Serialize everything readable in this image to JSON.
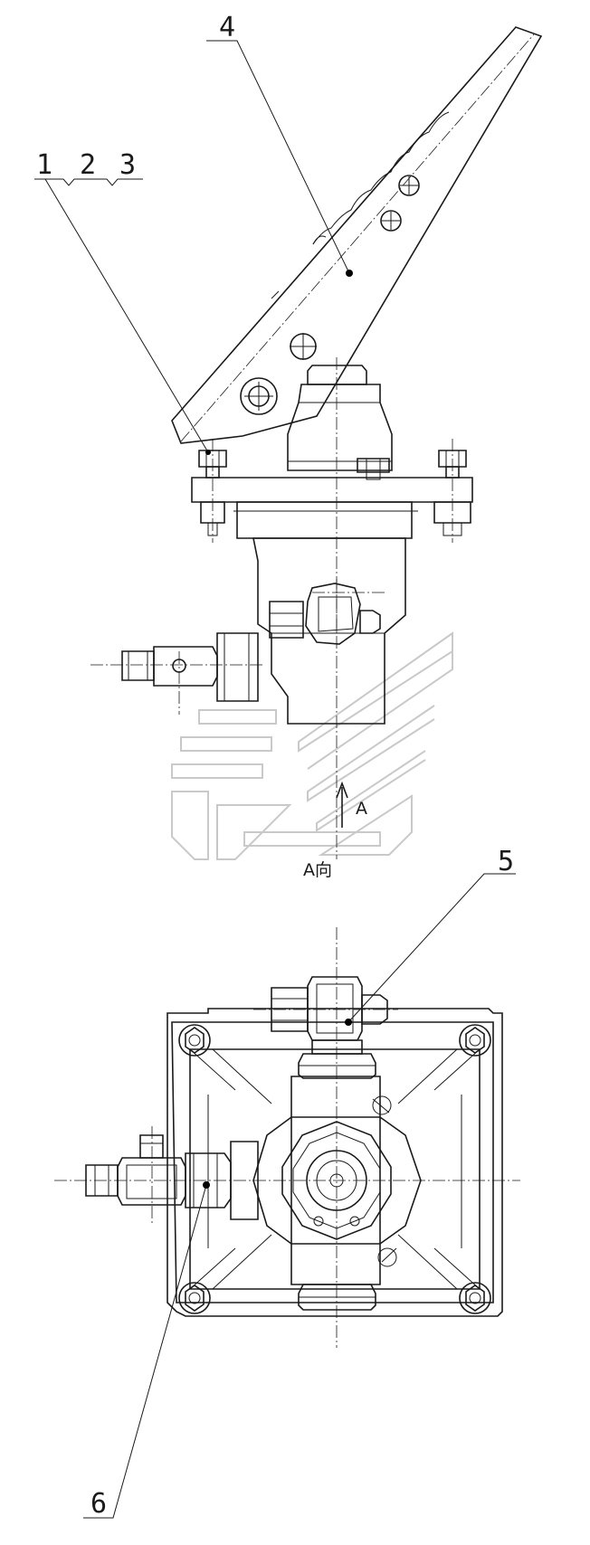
{
  "diagram": {
    "callouts": {
      "c1": "1",
      "c2": "2",
      "c3": "3",
      "c4": "4",
      "c5": "5",
      "c6": "6"
    },
    "view_arrow_label": "A",
    "view_caption": "A向"
  },
  "colors": {
    "line": "#1a1a1a",
    "watermark": "#c9c9c9",
    "background": "#ffffff"
  }
}
